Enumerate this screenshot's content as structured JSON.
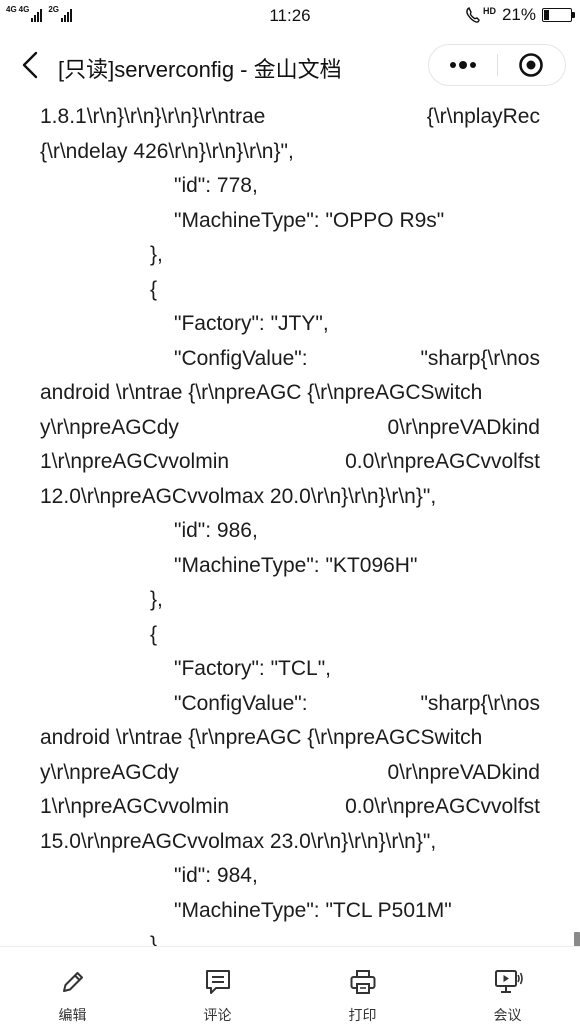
{
  "status_bar": {
    "network1": "4G",
    "network2": "4G",
    "network3": "2G",
    "time": "11:26",
    "hd_label": "HD",
    "battery_text": "21%",
    "battery_level": 0.21
  },
  "title_bar": {
    "title": "[只读]serverconfig - 金山文档"
  },
  "document": {
    "lines": [
      {
        "kind": "justify",
        "parts": [
          "1.8.1\\r\\n}\\r\\n}\\r\\n}\\r\\ntrae",
          "{\\r\\nplayRec"
        ]
      },
      {
        "kind": "plain",
        "text": "{\\r\\ndelay 426\\r\\n}\\r\\n}\\r\\n}\","
      },
      {
        "kind": "prop",
        "text": "\"id\": 778,"
      },
      {
        "kind": "prop",
        "text": "\"MachineType\": \"OPPO R9s\""
      },
      {
        "kind": "brace",
        "text": "},"
      },
      {
        "kind": "brace",
        "text": "{"
      },
      {
        "kind": "prop",
        "text": "\"Factory\": \"JTY\","
      },
      {
        "kind": "prop-justify",
        "parts": [
          "\"ConfigValue\":",
          "\"sharp{\\r\\nos"
        ]
      },
      {
        "kind": "justify",
        "parts": [
          "android \\r\\ntrae {\\r\\npreAGC {\\r\\npreAGCSwitch"
        ]
      },
      {
        "kind": "justify",
        "parts": [
          "y\\r\\npreAGCdy",
          "0\\r\\npreVADkind"
        ]
      },
      {
        "kind": "justify",
        "parts": [
          "1\\r\\npreAGCvvolmin",
          "0.0\\r\\npreAGCvvolfst"
        ]
      },
      {
        "kind": "plain",
        "text": "12.0\\r\\npreAGCvvolmax 20.0\\r\\n}\\r\\n}\\r\\n}\","
      },
      {
        "kind": "prop",
        "text": "\"id\": 986,"
      },
      {
        "kind": "prop",
        "text": "\"MachineType\": \"KT096H\""
      },
      {
        "kind": "brace",
        "text": "},"
      },
      {
        "kind": "brace",
        "text": "{"
      },
      {
        "kind": "prop",
        "text": "\"Factory\": \"TCL\","
      },
      {
        "kind": "prop-justify",
        "parts": [
          "\"ConfigValue\":",
          "\"sharp{\\r\\nos"
        ]
      },
      {
        "kind": "justify",
        "parts": [
          "android \\r\\ntrae {\\r\\npreAGC {\\r\\npreAGCSwitch"
        ]
      },
      {
        "kind": "justify",
        "parts": [
          "y\\r\\npreAGCdy",
          "0\\r\\npreVADkind"
        ]
      },
      {
        "kind": "justify",
        "parts": [
          "1\\r\\npreAGCvvolmin",
          "0.0\\r\\npreAGCvvolfst"
        ]
      },
      {
        "kind": "plain",
        "text": "15.0\\r\\npreAGCvvolmax 23.0\\r\\n}\\r\\n}\\r\\n}\","
      },
      {
        "kind": "prop",
        "text": "\"id\": 984,"
      },
      {
        "kind": "prop",
        "text": "\"MachineType\": \"TCL P501M\""
      },
      {
        "kind": "brace",
        "text": "}"
      }
    ]
  },
  "toolbar": {
    "edit_label": "编辑",
    "comment_label": "评论",
    "print_label": "打印",
    "present_label": "会议"
  },
  "icons": {
    "back": "chevron-left-icon",
    "more": "more-dots-icon",
    "close": "mini-program-close-icon",
    "edit": "pencil-icon",
    "comment": "comment-icon",
    "print": "printer-icon",
    "present": "screen-share-icon"
  }
}
